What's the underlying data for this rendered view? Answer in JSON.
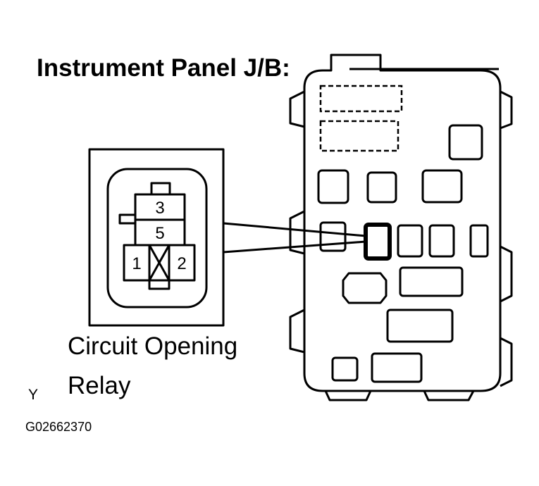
{
  "diagram": {
    "title": "Instrument Panel J/B:",
    "relay_label_line1": "Circuit Opening",
    "relay_label_line2": "Relay",
    "pins": {
      "pin1": "1",
      "pin2": "2",
      "pin3": "3",
      "pin5": "5"
    },
    "corner_mark": "Y",
    "figure_code": "G02662370"
  },
  "colors": {
    "ink": "#000000",
    "paper": "#ffffff"
  }
}
